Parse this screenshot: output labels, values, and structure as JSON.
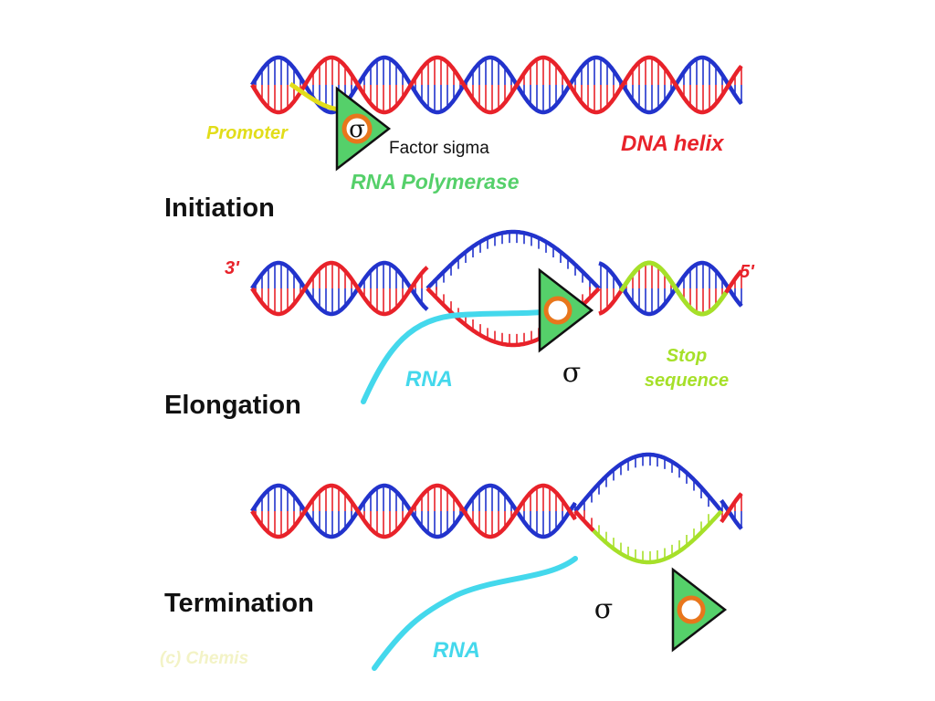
{
  "colors": {
    "strand_red": "#e8222a",
    "strand_blue": "#2233cc",
    "promoter_yellow": "#e2dd1a",
    "stop_green": "#a6e029",
    "polymerase_green": "#55d06a",
    "rna_cyan": "#44d8ec",
    "sigma_ring": "#e8761c",
    "watermark": "#f3f3c6"
  },
  "initiation": {
    "title": "Initiation",
    "promoter_label": "Promoter",
    "sigma_symbol": "σ",
    "factor_label": "Factor sigma",
    "dna_label": "DNA helix",
    "polymerase_label": "RNA Polymerase"
  },
  "elongation": {
    "title": "Elongation",
    "end_3": "3'",
    "end_5": "5'",
    "rna_label": "RNA",
    "sigma_symbol": "σ",
    "stop_label_1": "Stop",
    "stop_label_2": "sequence"
  },
  "termination": {
    "title": "Termination",
    "rna_label": "RNA",
    "sigma_symbol": "σ",
    "watermark": "(c) Chemis"
  }
}
